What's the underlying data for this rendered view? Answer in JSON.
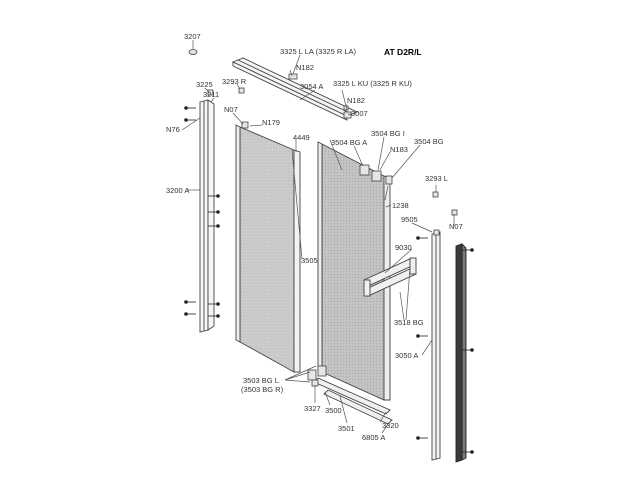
{
  "title": "AT D2R/L",
  "parts": {
    "p3207": "3207",
    "p3325_l_la": "3325 L LA (3325 R LA)",
    "p_n182_top": "N182",
    "p3225": "3225",
    "p3293_r": "3293 R",
    "p3211": "3211",
    "p3054_a": "3054 A",
    "p3325_l_ku": "3325 L KU (3325 R KU)",
    "p_n182_mid": "N182",
    "p3007": "3007",
    "p_n07_left": "N07",
    "p_n76": "N76",
    "p_n179": "N179",
    "p4449": "4449",
    "p3504_bg_a": "3504 BG A",
    "p3504_bg_i": "3504 BG I",
    "p3504_bg": "3504 BG",
    "p_n183": "N183",
    "p3293_l": "3293 L",
    "p3200_a": "3200 A",
    "p1238": "1238",
    "p9505": "9505",
    "p_n07_right": "N07",
    "p9030": "9030",
    "p3505": "3505",
    "p3518_bg": "3518 BG",
    "p3050_a": "3050 A",
    "p3503_bg_l": "3503 BG L",
    "p3503_bg_r": "(3503 BG R)",
    "p3327": "3327",
    "p3500": "3500",
    "p3501": "3501",
    "p3320": "3320",
    "p6805_a": "6805 A"
  },
  "colors": {
    "line": "#444444",
    "glass": "#c9c9c9",
    "frame_fill": "#f4f4f4",
    "profile_dark": "#3a3a3a"
  },
  "icons": [
    "screw-icon",
    "bracket-icon",
    "end-cap-icon"
  ]
}
